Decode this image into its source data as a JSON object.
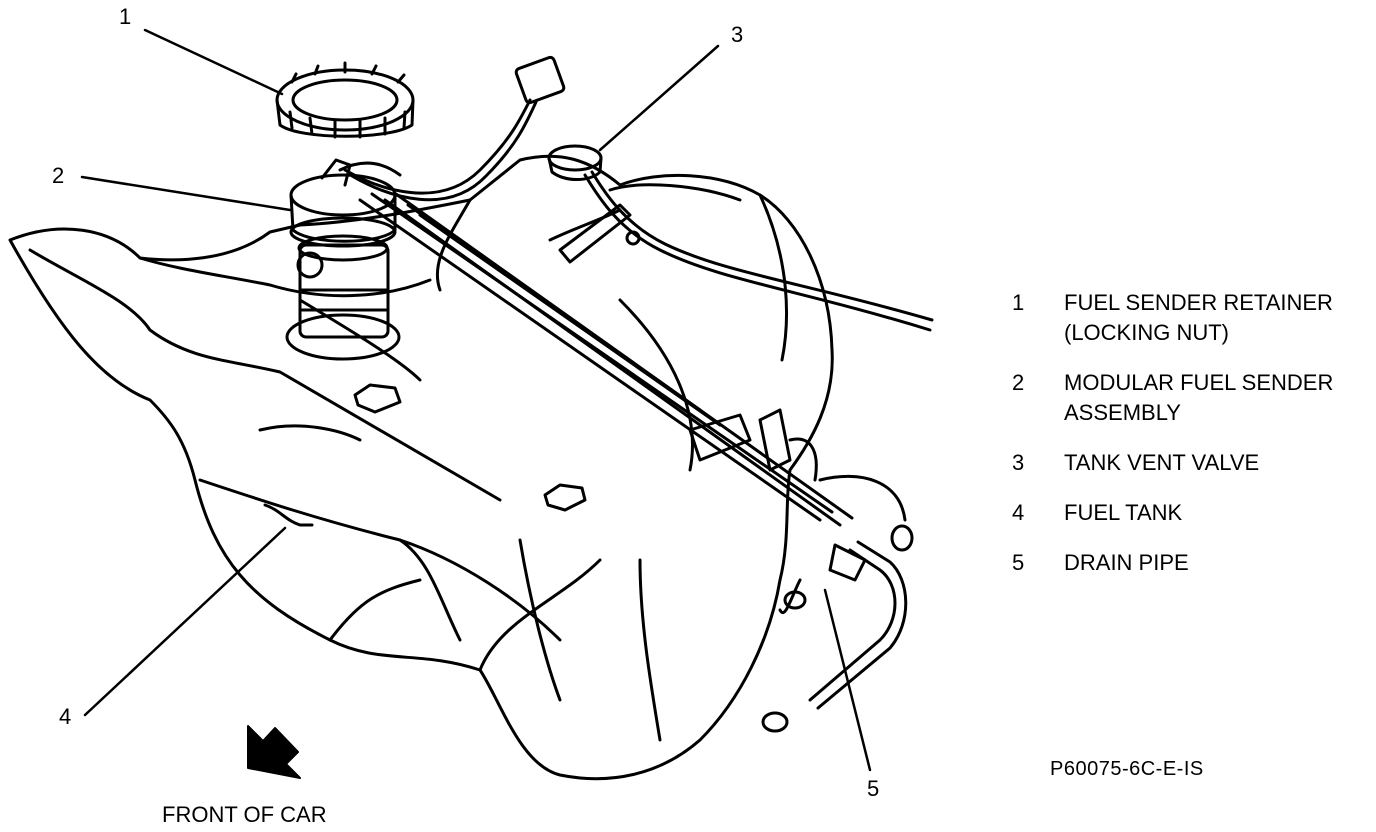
{
  "callouts": {
    "c1": "1",
    "c2": "2",
    "c3": "3",
    "c4": "4",
    "c5": "5"
  },
  "legend": [
    {
      "number": "1",
      "text": "FUEL SENDER RETAINER\n(LOCKING NUT)"
    },
    {
      "number": "2",
      "text": "MODULAR FUEL SENDER\nASSEMBLY"
    },
    {
      "number": "3",
      "text": "TANK VENT VALVE"
    },
    {
      "number": "4",
      "text": "FUEL TANK"
    },
    {
      "number": "5",
      "text": "DRAIN PIPE"
    }
  ],
  "figure_code": "P60075-6C-E-IS",
  "direction_label": "FRONT OF CAR",
  "icons": {
    "direction": "arrow-down-left-icon"
  },
  "colors": {
    "ink": "#000000",
    "paper": "#ffffff"
  }
}
